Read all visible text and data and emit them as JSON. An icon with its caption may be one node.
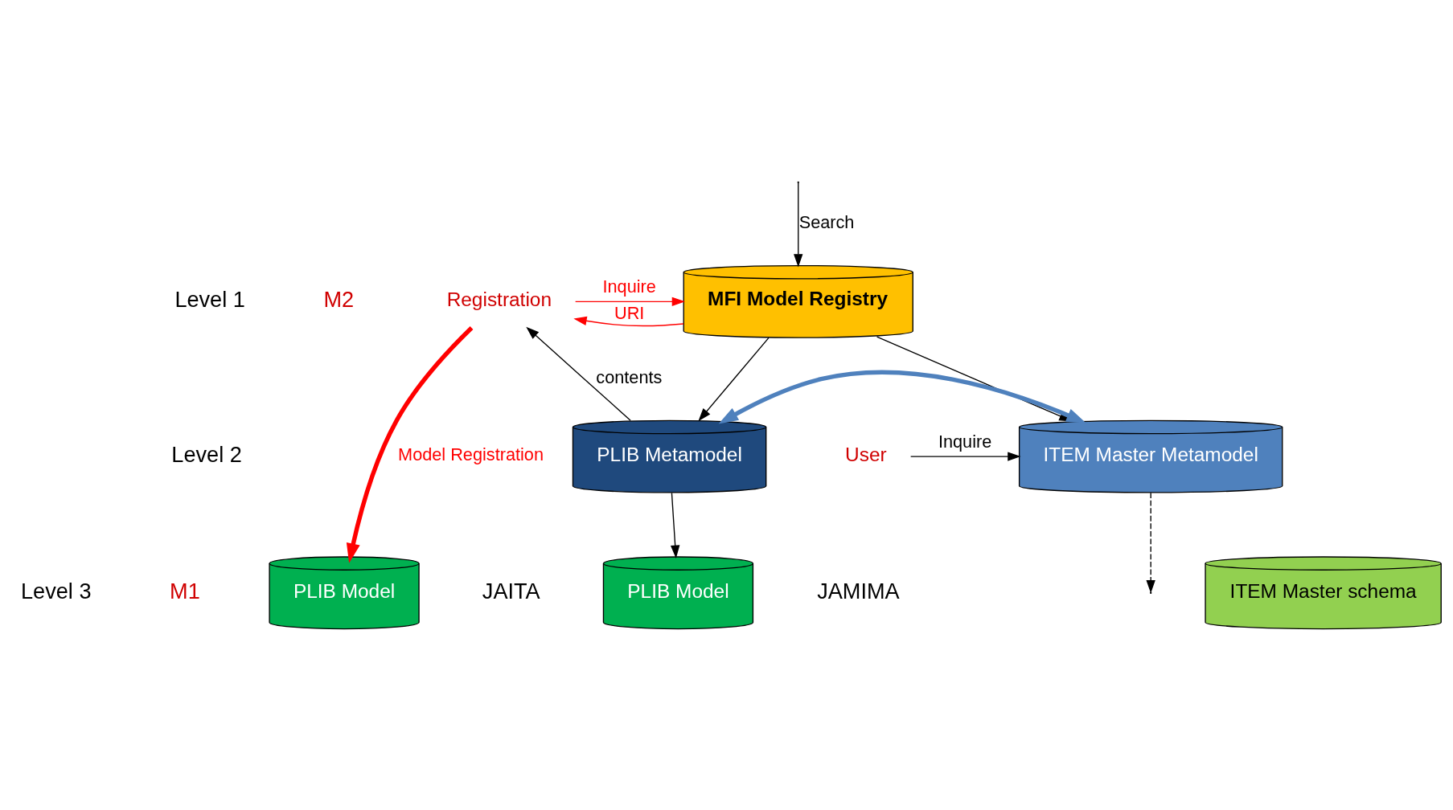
{
  "diagram": {
    "nodes": [
      {
        "text": [
          "MFI Model Registry"
        ]
      },
      {
        "text": [
          "Registration"
        ]
      },
      {
        "text": [
          "PLIB Metamodel"
        ]
      },
      {
        "text": [
          "ITEM Master Metamodel"
        ]
      },
      {
        "text": [
          "PLIB Model"
        ],
        "beside": [
          "JAITA"
        ]
      },
      {
        "text": [
          "PLIB Model"
        ],
        "beside": [
          "JAMIMA"
        ]
      },
      {
        "text": [
          "ITEM Master schema"
        ]
      },
      {
        "text": [
          "User"
        ]
      }
    ],
    "edges": [
      {
        "from": 1,
        "to": 0,
        "arrow": "to",
        "label": "Inquire",
        "color": "#ff0000"
      },
      {
        "from": 0,
        "to": 1,
        "arrow": "to",
        "label": "URI",
        "color": "#ff0000"
      },
      {
        "from": null,
        "to": 0,
        "arrow": "to",
        "label": "Search"
      },
      {
        "from": 2,
        "to": 1,
        "arrow": "to",
        "label": "contents"
      },
      {
        "from": 0,
        "to": 2,
        "arrow": "to"
      },
      {
        "from": 0,
        "to": 3,
        "arrow": "to"
      },
      {
        "from": 3,
        "to": null,
        "arrow": "to",
        "style": "dashed"
      },
      {
        "from": 2,
        "to": 3,
        "arrow": "both",
        "style": "thick",
        "color": "#4f81bd"
      },
      {
        "from": 7,
        "to": 3,
        "arrow": "to",
        "label": "Inquire"
      },
      {
        "from": 2,
        "to": 5,
        "arrow": "to"
      },
      {
        "from": 1,
        "to": 4,
        "arrow": "to",
        "label": "Model Registration",
        "style": "thick",
        "color": "#ff0000"
      }
    ],
    "labels": [
      "Level 1",
      "M2",
      "Level 2",
      "Level 3",
      "M1"
    ]
  }
}
